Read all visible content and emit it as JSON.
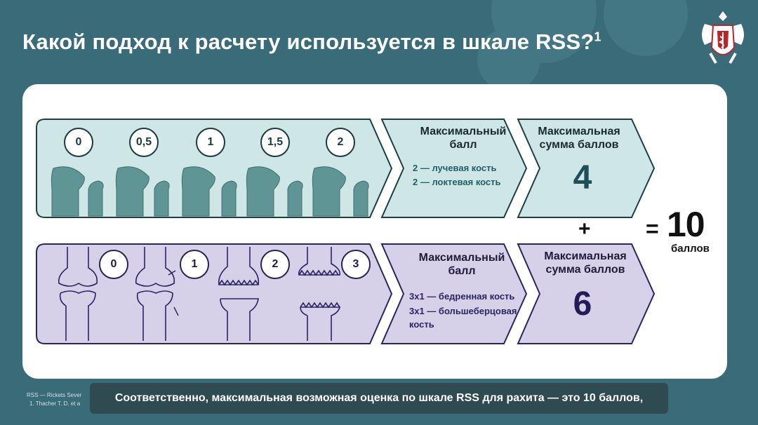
{
  "title": "Какой подход к расчету используется в шкале RSS?",
  "title_ref": "1",
  "colors": {
    "background": "#3a6b78",
    "teal_panel": "#cfe6e6",
    "purple_panel": "#d6d0e8",
    "teal_bone": "#5f9594",
    "purple_outline": "#2a2460"
  },
  "wrist": {
    "scores": [
      "0",
      "0,5",
      "1",
      "1,5",
      "2"
    ],
    "max_label": "Максимальный балл",
    "details": [
      "2 — лучевая кость",
      "2 — локтевая кость"
    ],
    "sum_label": "Максимальная сумма баллов",
    "sum_value": "4"
  },
  "knee": {
    "scores": [
      "0",
      "1",
      "2",
      "3"
    ],
    "max_label": "Максимальный балл",
    "details": [
      "3х1 — бедренная кость",
      "3х1 — большеберцовая кость"
    ],
    "sum_label": "Максимальная сумма баллов",
    "sum_value": "6"
  },
  "plus": "+",
  "equals": "=",
  "total_value": "10",
  "total_unit": "баллов",
  "footnote": [
    "RSS — Rickets Sever",
    "1. Thacher T. D. et a"
  ],
  "caption": "Соответственно, максимальная возможная оценка по шкале RSS для рахита — это 10 баллов,",
  "icons": [
    "emblem-icon"
  ]
}
